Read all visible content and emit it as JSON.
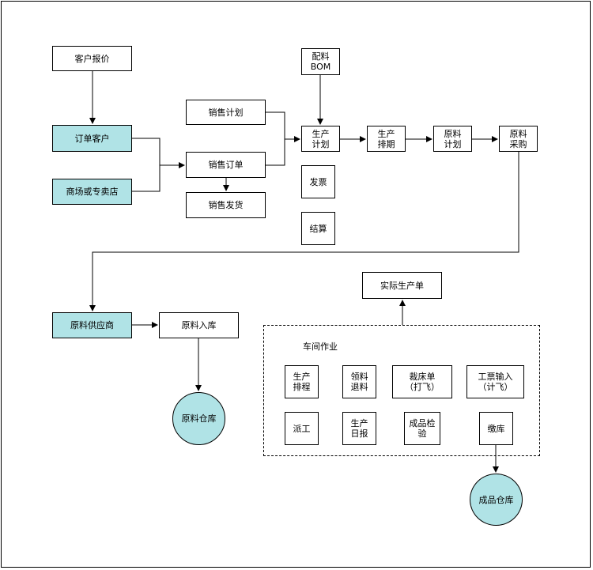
{
  "nodes": {
    "customer_quote": "客户报价",
    "order_customer": "订单客户",
    "mall_store": "商场或专卖店",
    "sales_plan": "销售计划",
    "sales_order": "销售订单",
    "sales_ship": "销售发货",
    "bom": "配料\nBOM",
    "prod_plan": "生产\n计划",
    "prod_schedule": "生产\n排期",
    "material_plan": "原料\n计划",
    "material_purchase": "原料\n采购",
    "invoice": "发票",
    "settlement": "结算",
    "material_supplier": "原料供应商",
    "material_inbound": "原料入库",
    "material_warehouse": "原料仓库",
    "actual_prod_order": "实际生产单",
    "ws_schedule": "生产\n排程",
    "ws_picking": "领料\n退料",
    "ws_cutting": "裁床单\n（打飞）",
    "ws_ticket": "工票输入\n（计飞）",
    "ws_dispatch": "派工",
    "ws_daily": "生产\n日报",
    "ws_qc": "成品检\n验",
    "ws_submit": "缴库",
    "finished_warehouse": "成品仓库"
  },
  "workshop_group": {
    "label": "车间作业"
  },
  "colors": {
    "teal_fill": "#b0e3e6",
    "stroke": "#000000"
  }
}
